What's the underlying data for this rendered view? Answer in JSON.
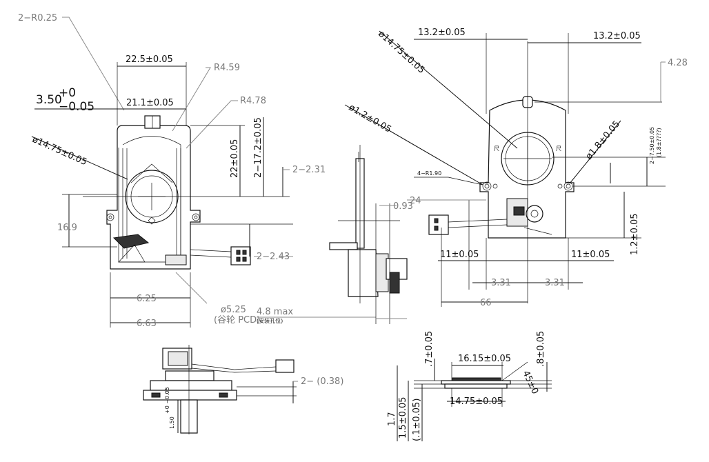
{
  "labels": {
    "r025": "2−R0.25",
    "w225": "22.5±0.05",
    "r459": "R4.59",
    "r478": "R4.78",
    "tol_base": "3.50",
    "tol_up": "+0",
    "tol_low": "−0.05",
    "w211": "21.1±0.05",
    "d1475_left": "ø14.75±0.05",
    "h22": "22±0.05",
    "h172": "2−17.2±0.05",
    "s231": "2−2.31",
    "h169": "16.9",
    "s243": "2−2.43",
    "w625": "6.25",
    "w663": "6.63",
    "d525": "ø5.25",
    "pcd": "(谷轮 PCD)",
    "pcd_note": "(安装孔位)",
    "max48": "4.8  max",
    "w093": "0.93",
    "n24": "24",
    "d1475_right": "ø14.75±0.05",
    "w132_left": "13.2±0.05",
    "w132_right": "13.2±0.05",
    "h428": "4.28",
    "d12": "ø1.2±0.05",
    "d18": "ø1.8±0.05",
    "r190": "4−R1.90",
    "s750": "2−7.50±0.05",
    "s750_sub": "(1.8±????)",
    "h12": "1.2±0.05",
    "w11_left": "11±0.05",
    "w11_right": "11±0.05",
    "w331_left": "3.31",
    "w331_right": "3.31",
    "w66": "66",
    "s038": "2− (0.38)",
    "h150": "1.50",
    "h150_tol": "+0 −0.05",
    "w1615": "16.15±0.05",
    "h7": ".7±0.05",
    "h8": ".8±0.05",
    "a45": "45±0",
    "w1475_bottom": "14.75±0.05",
    "h17": "1.7",
    "h15": "1.5±0.05",
    "h1": "(.1±0.05)",
    "tiny_mark_left": "尺",
    "tiny_mark_right": "尺"
  }
}
